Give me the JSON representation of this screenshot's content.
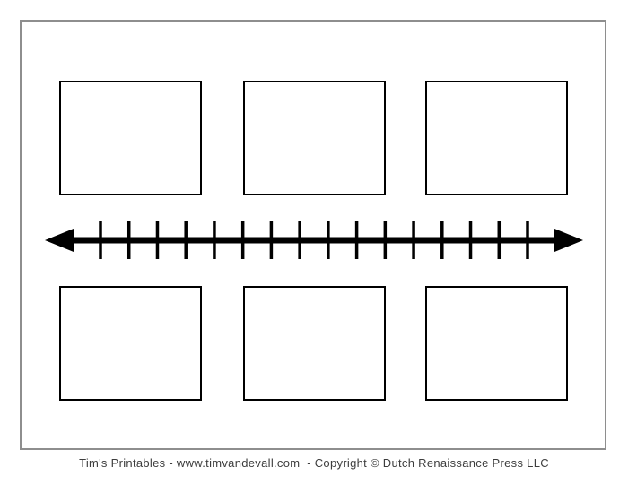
{
  "page": {
    "background_color": "#ffffff",
    "border_color": "#8e8e8e"
  },
  "boxes": {
    "count": 6,
    "rows": 2,
    "columns": 3,
    "fill_color": "#ffffff",
    "border_color": "#000000"
  },
  "timeline": {
    "type": "timeline",
    "color": "#000000",
    "tick_count": 16,
    "has_left_arrowhead": true,
    "has_right_arrowhead": true
  },
  "footer": {
    "text": "Tim's Printables - www.timvandevall.com  - Copyright © Dutch Renaissance Press LLC"
  }
}
